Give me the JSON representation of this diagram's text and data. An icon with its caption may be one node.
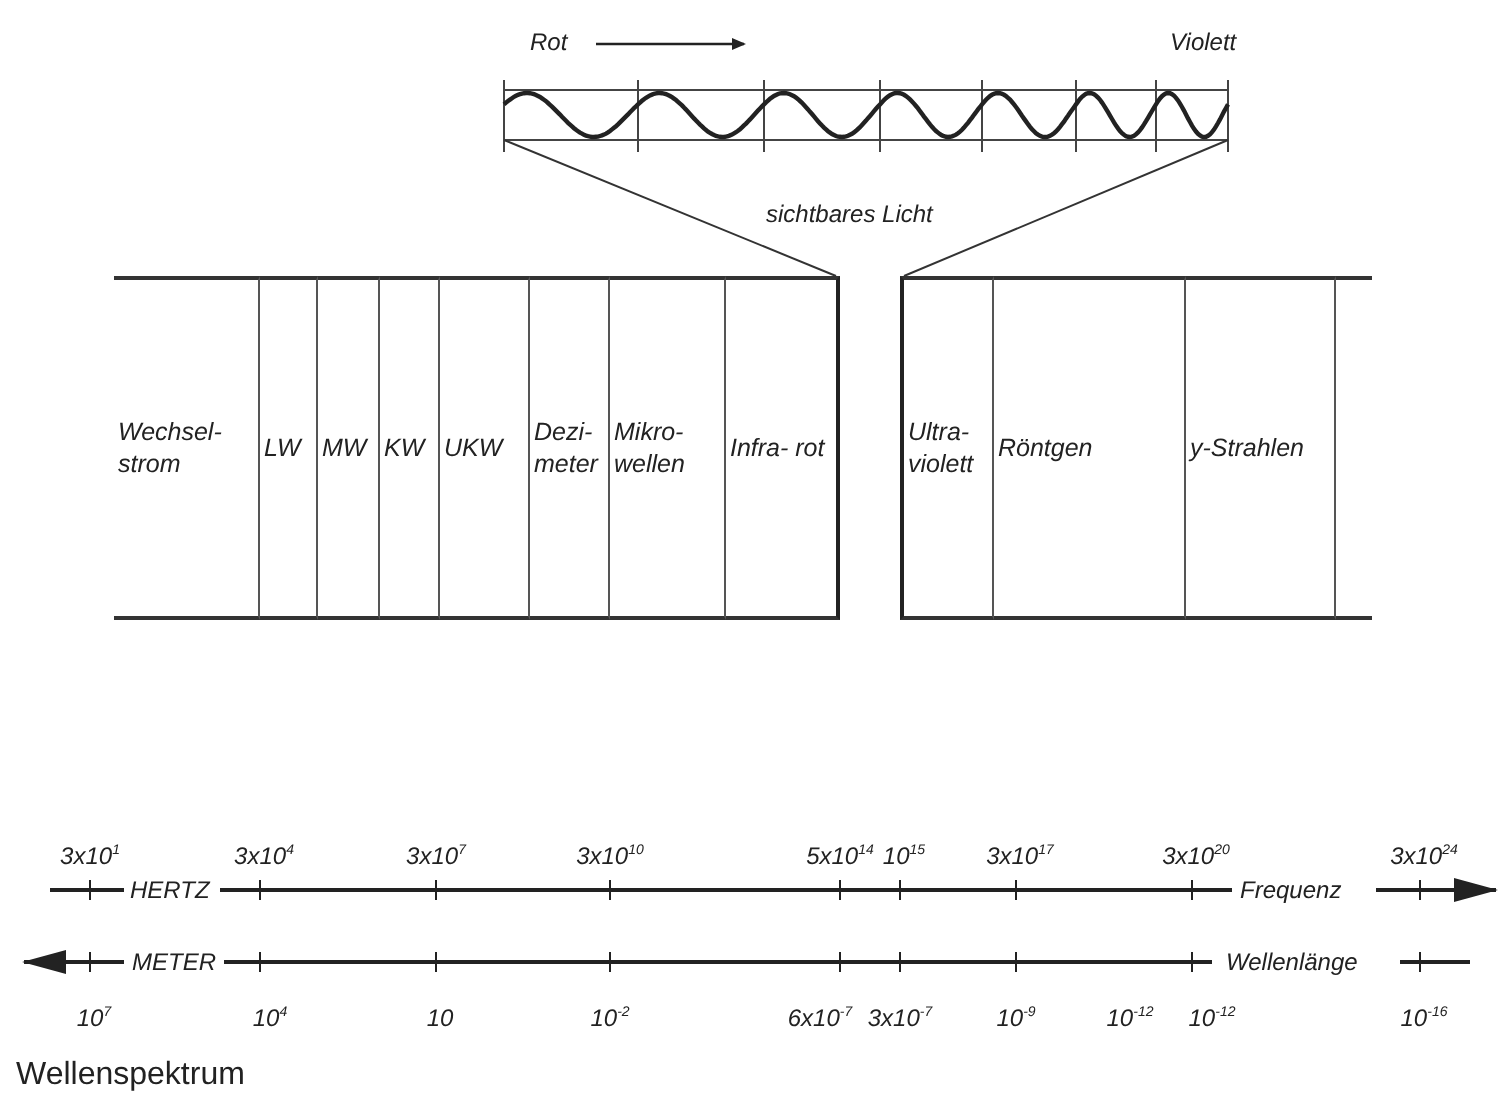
{
  "diagram": {
    "caption": "Wellenspektrum",
    "nodes": [
      {
        "text": [
          "Wechsel- strom"
        ]
      },
      {
        "text": [
          "LW"
        ]
      },
      {
        "text": [
          "MW"
        ]
      },
      {
        "text": [
          "KW"
        ]
      },
      {
        "text": [
          "UKW"
        ]
      },
      {
        "text": [
          "Dezi- meter"
        ]
      },
      {
        "text": [
          "Mikro- wellen"
        ]
      },
      {
        "text": [
          "Infra- rot"
        ]
      },
      {
        "text": [
          "Ultra- violett"
        ]
      },
      {
        "text": [
          "Röntgen"
        ]
      },
      {
        "text": [
          "y-Strahlen"
        ]
      },
      {
        "text": [],
        "shape": "picture"
      }
    ],
    "edges": [
      {
        "from": 11,
        "to": 7,
        "arrow": "none"
      },
      {
        "from": 11,
        "to": 8,
        "arrow": "none"
      }
    ],
    "labels": [
      "Rot",
      "Violett",
      "sichtbares Licht",
      "3x10$^{1}$",
      "3x10$^{4}$",
      "3x10$^{7}$",
      "3x10$^{10}$",
      "5x10$^{14}$",
      "10$^{15}$",
      "3x10$^{17}$",
      "3x10$^{20}$",
      "3x10$^{24}$",
      "HERTZ",
      "Frequenz",
      "METER",
      "Wellenlänge",
      "10$^{7}$",
      "10$^{4}$",
      "10",
      "10$^{-2}$",
      "6x10$^{-7}$",
      "3x10$^{-7}$",
      "10$^{-9}$",
      "10$^{-12}$",
      "10$^{-12}$",
      "10$^{-16}$"
    ]
  }
}
